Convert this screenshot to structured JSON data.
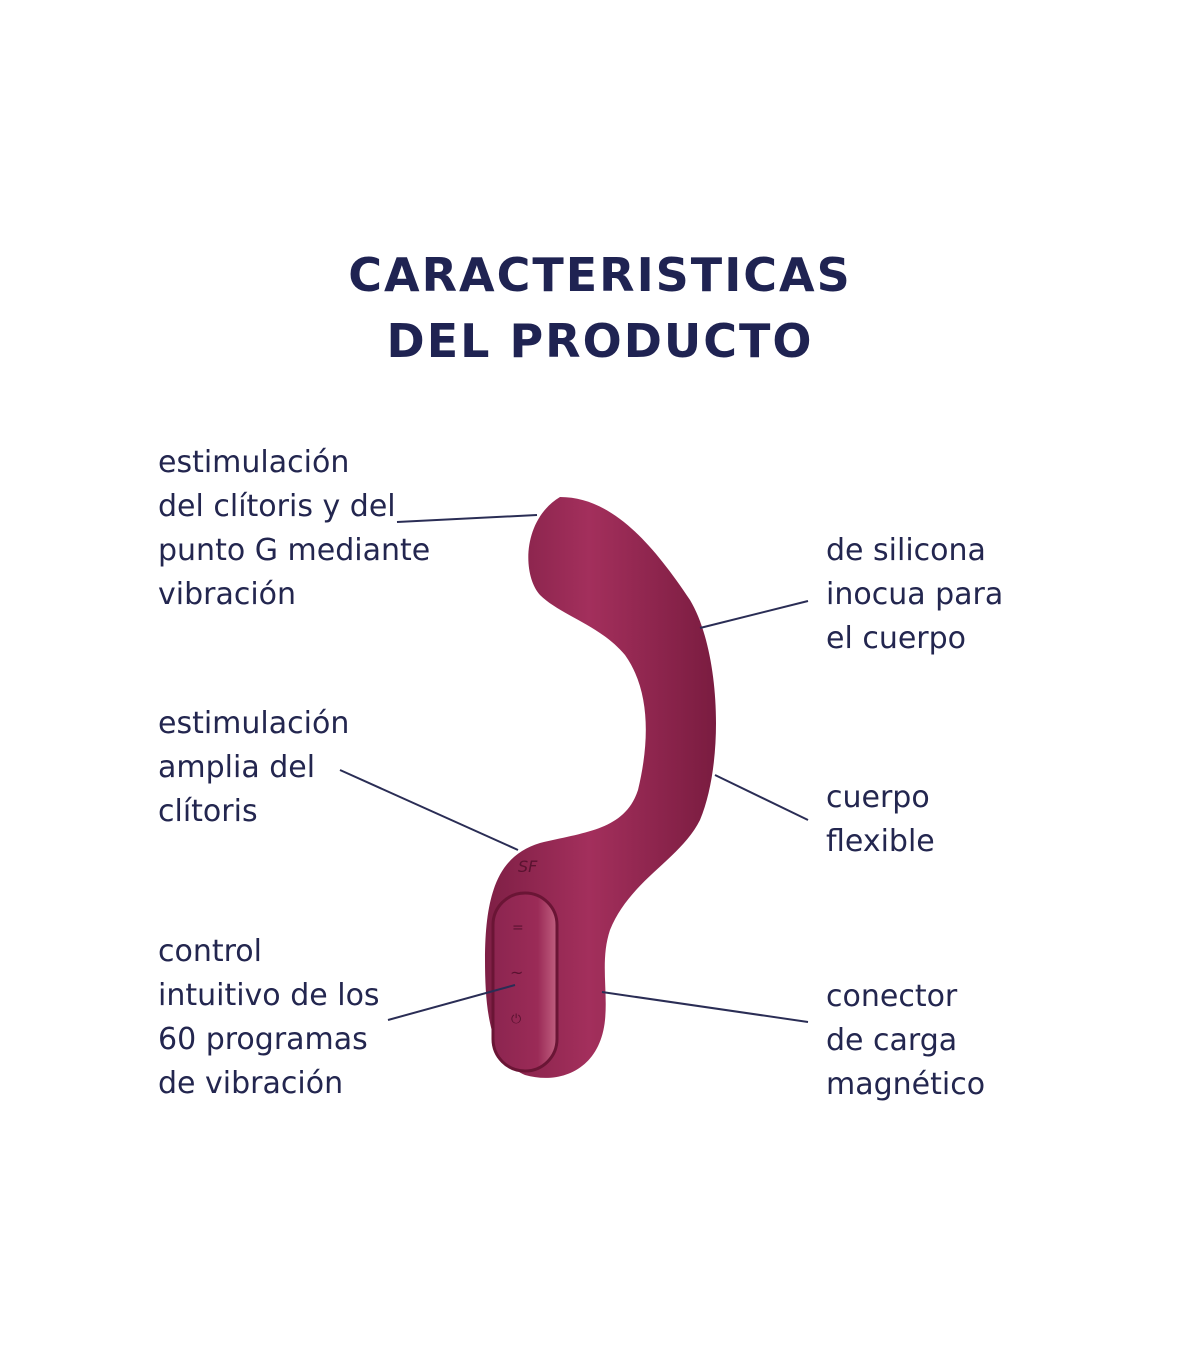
{
  "title": {
    "line1": "CARACTERISTICAS",
    "line2": "DEL PRODUCTO"
  },
  "features_left": [
    {
      "lines": [
        "estimulación",
        "del clítoris y del",
        "punto G mediante",
        "vibración"
      ]
    },
    {
      "lines": [
        "estimulación",
        "amplia del",
        "clítoris"
      ]
    },
    {
      "lines": [
        "control",
        "intuitivo de los",
        "60 programas",
        "de vibración"
      ]
    }
  ],
  "features_right": [
    {
      "lines": [
        "de silicona",
        "inocua para",
        "el cuerpo"
      ]
    },
    {
      "lines": [
        "cuerpo",
        "flexible"
      ]
    },
    {
      "lines": [
        "conector",
        "de carga",
        "magnético"
      ]
    }
  ],
  "colors": {
    "text": "#23264f",
    "product": "#9a2a55",
    "leader": "#2a2d55"
  }
}
